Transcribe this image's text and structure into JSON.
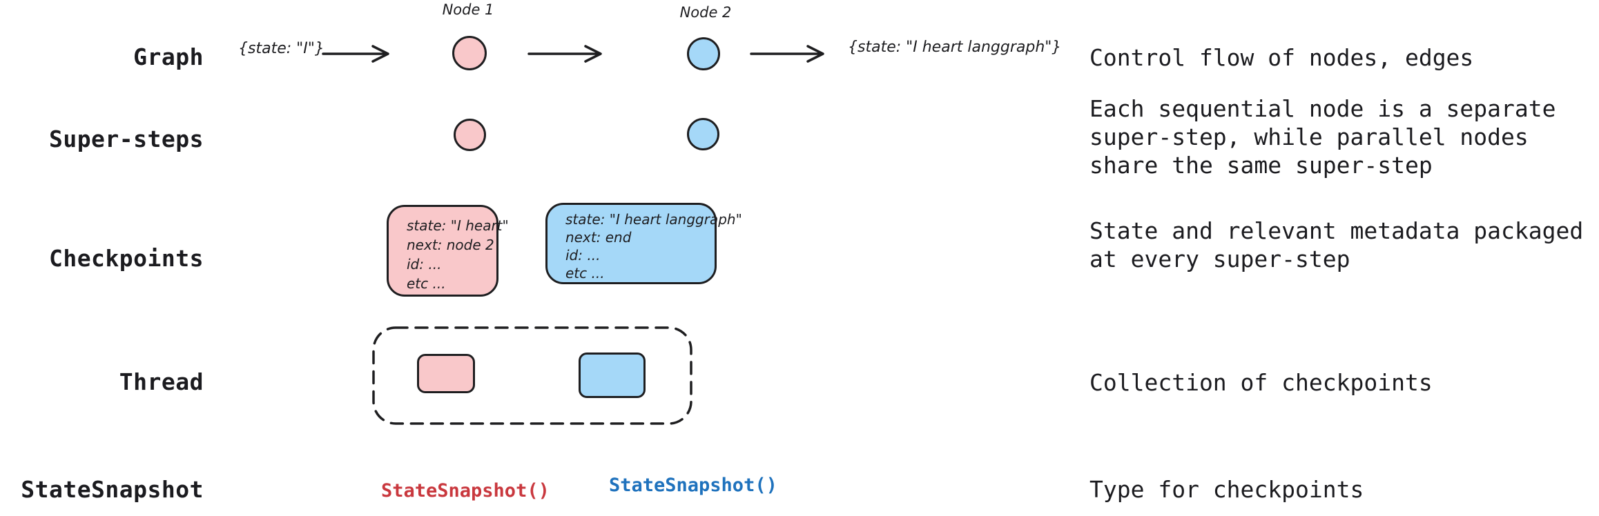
{
  "rows": [
    {
      "label": "Graph",
      "description": "Control flow of nodes, edges"
    },
    {
      "label": "Super-steps",
      "description": "Each sequential node is a separate\nsuper-step, while parallel nodes\nshare the same super-step"
    },
    {
      "label": "Checkpoints",
      "description": "State and relevant metadata packaged\nat every super-step"
    },
    {
      "label": "Thread",
      "description": "Collection of checkpoints"
    },
    {
      "label": "StateSnapshot",
      "description": "Type for checkpoints"
    }
  ],
  "graph": {
    "input_state": "{state: \"I\"}",
    "node1_label": "Node 1",
    "node2_label": "Node 2",
    "output_state": "{state: \"I heart langgraph\"}"
  },
  "checkpoints": {
    "pink_lines": [
      "state: \"I heart\"",
      "next: node 2",
      "id: ...",
      "etc ..."
    ],
    "blue_lines": [
      "state: \"I heart langgraph\"",
      "next: end",
      "id: ...",
      "etc ..."
    ]
  },
  "statesnapshot": {
    "pink_call": "StateSnapshot()",
    "blue_call": "StateSnapshot()"
  },
  "colors": {
    "node_pink": "#f9c8ca",
    "node_blue": "#a5d8f8",
    "stroke": "#1e1e20",
    "text": "#1b1b1f",
    "snapshot_red": "#c9383e",
    "snapshot_blue": "#1f72bd"
  }
}
